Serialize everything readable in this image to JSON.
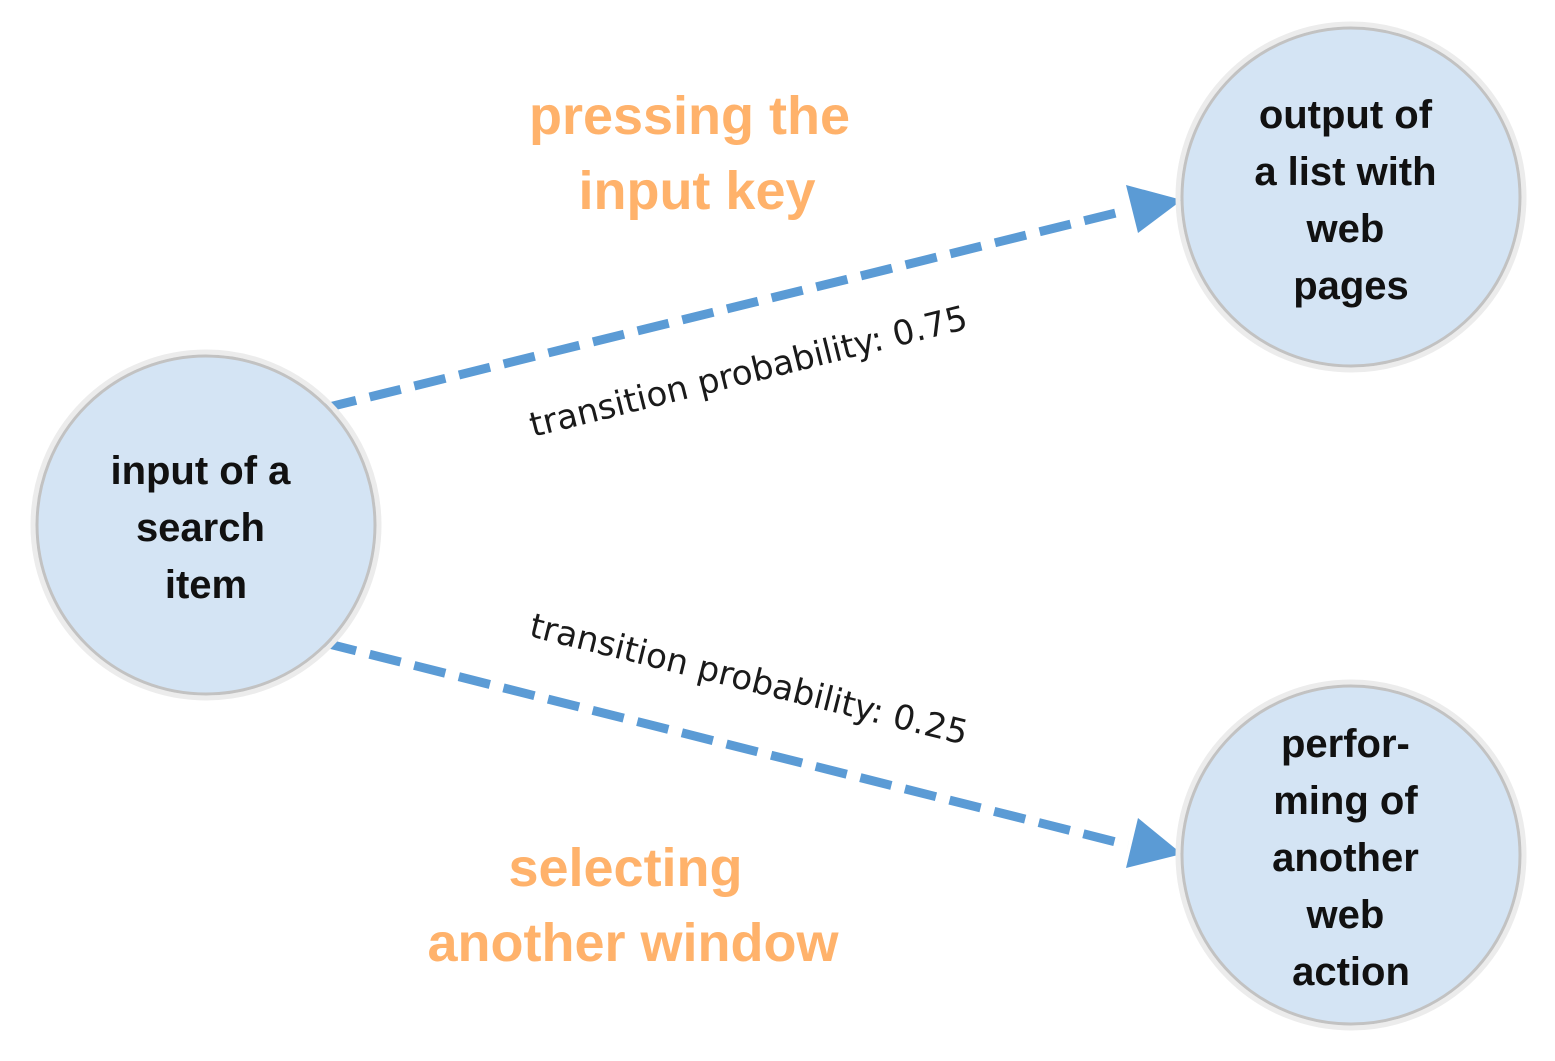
{
  "colors": {
    "node_fill": "#d4e4f4",
    "node_border": "#c2c2c2",
    "edge": "#5b9bd5",
    "action_label": "#ffb26b",
    "text": "#111111"
  },
  "nodes": [
    {
      "id": "search",
      "lines": [
        "input of a",
        "search",
        "item"
      ]
    },
    {
      "id": "list",
      "lines": [
        "output of",
        "a list with",
        "web",
        "pages"
      ]
    },
    {
      "id": "other",
      "lines": [
        "perfor-",
        "ming of",
        "another",
        "web",
        "action"
      ]
    }
  ],
  "edges": [
    {
      "from": "search",
      "to": "list",
      "probability": 0.75,
      "label": "transition probability: 0.75",
      "style": "dashed",
      "arrow": "triangle"
    },
    {
      "from": "search",
      "to": "other",
      "probability": 0.25,
      "label": "transition probability: 0.25",
      "style": "dashed",
      "arrow": "triangle"
    }
  ],
  "actions": [
    {
      "edge": "search-list",
      "lines": [
        "pressing the",
        "input key"
      ]
    },
    {
      "edge": "search-other",
      "lines": [
        "selecting",
        "another window"
      ]
    }
  ]
}
